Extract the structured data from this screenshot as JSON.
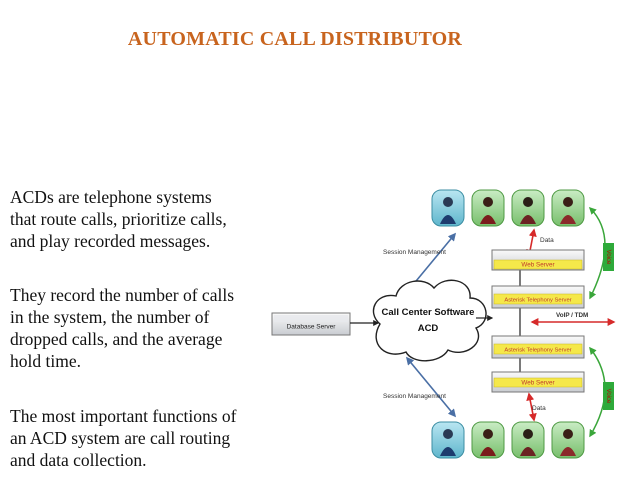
{
  "slide": {
    "title": "AUTOMATIC CALL DISTRIBUTOR",
    "paragraphs": [
      [
        "ACDs are telephone systems",
        "that route calls, prioritize calls,",
        "and play recorded messages."
      ],
      [
        "They record the number of calls",
        "in the system, the number of",
        "dropped calls, and the average",
        "hold time."
      ],
      [
        "The most important functions of",
        "an ACD system are call routing",
        "and data collection."
      ]
    ]
  },
  "diagram": {
    "cloud_line1": "Call Center Software",
    "cloud_line2": "ACD",
    "database_server": "Database Server",
    "web_server_top": "Web Server",
    "telephony_server_1": "Asterisk Telephony Server",
    "telephony_server_2": "Asterisk Telephony Server",
    "web_server_bottom": "Web Server",
    "session_mgmt_top": "Session Management",
    "session_mgmt_bottom": "Session Management",
    "data_top": "Data",
    "data_bottom": "Data",
    "voip_tdm": "VoIP / TDM",
    "voice_top": "Voice",
    "voice_bottom": "Voice",
    "colors": {
      "title": "#c8641e",
      "server_label_bg": "#f5e84a",
      "server_label_text": "#c0392b",
      "voice_bg": "#2eaa3a",
      "arrow_blue": "#4a6fa5",
      "arrow_red": "#d62a2a",
      "arrow_green": "#3aa63a"
    }
  }
}
